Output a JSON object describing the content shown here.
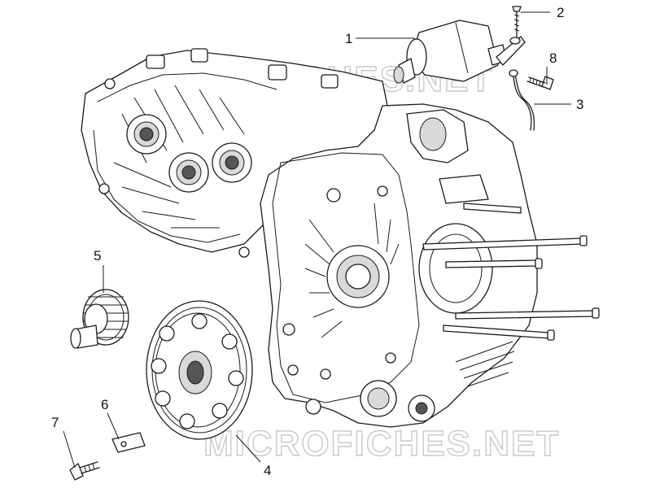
{
  "watermark": {
    "text_top": "MICROFICHES.NET",
    "text_bottom": "MICROFICHES.NET"
  },
  "callouts": [
    {
      "id": "1",
      "label": "1"
    },
    {
      "id": "2",
      "label": "2"
    },
    {
      "id": "3",
      "label": "3"
    },
    {
      "id": "4",
      "label": "4"
    },
    {
      "id": "5",
      "label": "5"
    },
    {
      "id": "6",
      "label": "6"
    },
    {
      "id": "7",
      "label": "7"
    },
    {
      "id": "8",
      "label": "8"
    }
  ],
  "colors": {
    "line": "#1a1a1a",
    "watermark": "#c9c9c9",
    "background": "#ffffff"
  }
}
